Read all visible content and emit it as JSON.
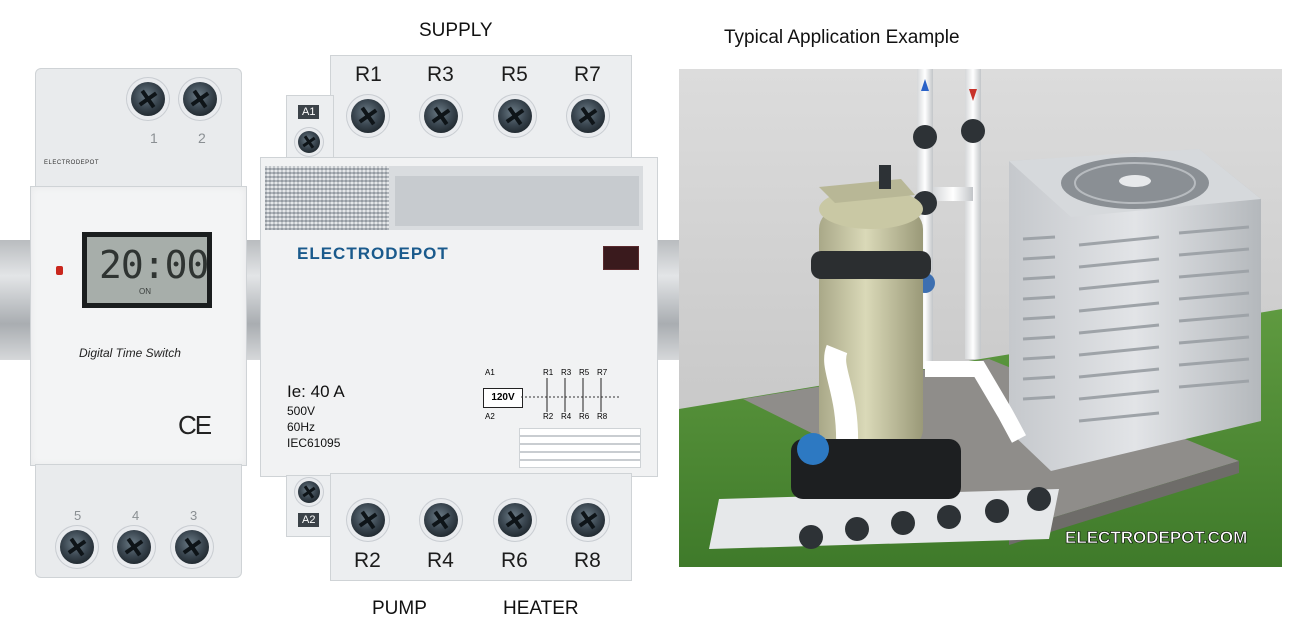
{
  "captions": {
    "supply": "SUPPLY",
    "pump": "PUMP",
    "heater": "HEATER",
    "application_title": "Typical Application Example"
  },
  "timer": {
    "brand": "ELECTRODEPOT",
    "display": "20:00",
    "display_sub": "ON",
    "label": "Digital Time Switch",
    "ce_mark": "CE",
    "top_terminals": [
      "1",
      "2"
    ],
    "bottom_terminals": [
      "5",
      "4",
      "3"
    ]
  },
  "contactor": {
    "brand": "ELECTRODEPOT",
    "coil_top": "A1",
    "coil_bottom": "A2",
    "top_terminals": [
      "R1",
      "R3",
      "R5",
      "R7"
    ],
    "bottom_terminals": [
      "R2",
      "R4",
      "R6",
      "R8"
    ],
    "rating": "Ie: 40 A",
    "voltage": "500V",
    "frequency": "60Hz",
    "standard": "IEC61095",
    "schematic": {
      "coil_voltage": "120V",
      "coil_top": "A1",
      "coil_bottom": "A2",
      "top_pins": [
        "R1",
        "R3",
        "R5",
        "R7"
      ],
      "bottom_pins": [
        "R2",
        "R4",
        "R6",
        "R8"
      ]
    }
  },
  "illustration": {
    "watermark": "ELECTRODEPOT.COM"
  },
  "colors": {
    "brand_blue": "#1a5a8c",
    "housing": "#eef0f2",
    "lcd": "#a7aeaa",
    "grass": "#4f8a36",
    "pad": "#8f8d8a",
    "pump_body": "#c9c8a4"
  }
}
